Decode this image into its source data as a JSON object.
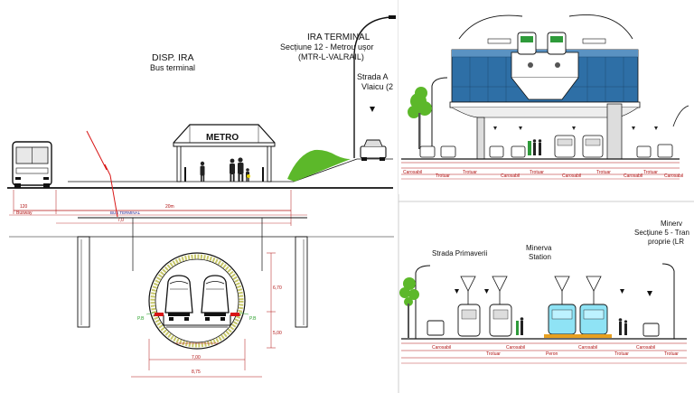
{
  "left_panel": {
    "label_disp_title": "DISP. IRA",
    "label_disp_sub": "Bus terminal",
    "label_ira_title": "IRA TERMINAL",
    "label_ira_line1": "Secțiune 12 - Metrou ușor",
    "label_ira_line2": "(MTR-L-VALRAIL)",
    "label_strada_line1": "Strada A",
    "label_strada_line2": "Vlaicu (2",
    "metro_sign": "METRO",
    "dim_busway": "Busway",
    "dim_bus_terminal": "BUS TERMINAL",
    "dim_a": "120",
    "dim_b": "20m",
    "dim_c": "7,0",
    "dim_d": "6,70",
    "dim_e": "5,00",
    "dim_f": "7,00",
    "dim_g": "8,75",
    "walk_left": "P.B",
    "walk_right": "P.B"
  },
  "top_right_panel": {
    "dim_labels": [
      "Carosabil",
      "Trotuar",
      "Trotuar",
      "Carosabil",
      "Trotuar",
      "Carosabil",
      "Trotuar",
      "Carosabil",
      "Trotuar",
      "Carosabil"
    ]
  },
  "bottom_right_panel": {
    "label_strada": "Strada Primaverii",
    "label_station_line1": "Minerva",
    "label_station_line2": "Station",
    "label_minerva_line1": "Minerv",
    "label_minerva_line2": "Secțiune 5 - Tran",
    "label_minerva_line3": "proprie (LR",
    "dim_labels": [
      "Carosabil",
      "Trotuar",
      "Carosabil",
      "Peron",
      "Carosabil",
      "Trotuar",
      "Carosabil",
      "Trotuar"
    ]
  },
  "colors": {
    "dim_red": "#b01010",
    "tunnel_ring": "#c8c86a",
    "station_blue": "#2e6fa6",
    "tram_cyan": "#8fe3f5",
    "tree_green": "#5cb82a"
  }
}
